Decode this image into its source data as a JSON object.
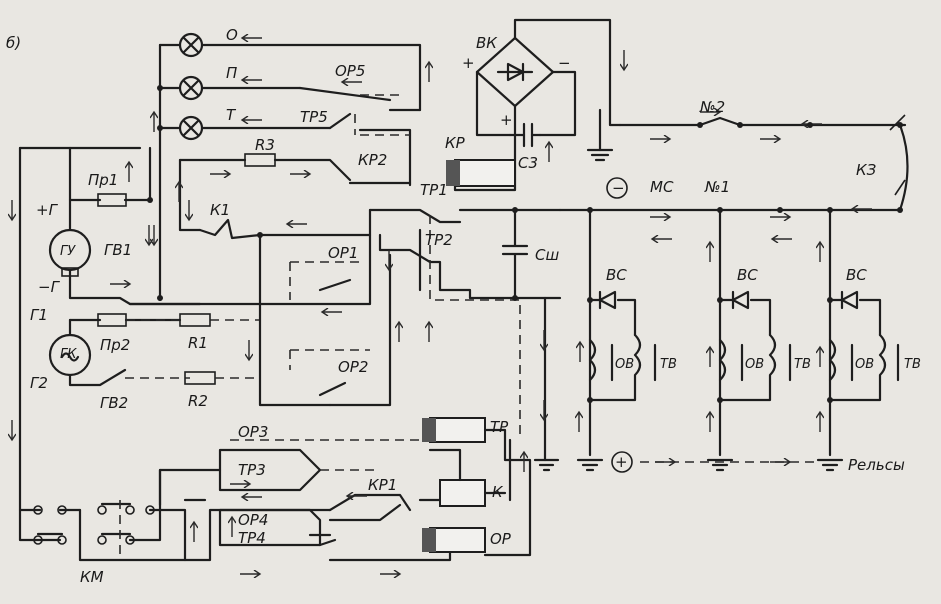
{
  "labels": {
    "fig": "б)",
    "lamp_o": "О",
    "lamp_p": "П",
    "lamp_t": "Т",
    "or5": "ОР5",
    "tr5": "ТР5",
    "r3": "R3",
    "kr2": "КР2",
    "vk": "ВК",
    "plus": "+",
    "minus_vk": "−",
    "kr": "КР",
    "c3": "С3",
    "pr1": "Пр1",
    "plus_g": "+Г",
    "gu": "ГУ",
    "gv1": "ГВ1",
    "minus_g": "−Г",
    "k1": "К1",
    "tr1": "ТР1",
    "tr2": "ТР2",
    "or1": "ОР1",
    "csh": "Сш",
    "g1": "Г1",
    "gk": "ГК",
    "pr2": "Пр2",
    "r1": "R1",
    "g2": "Г2",
    "gv2": "ГВ2",
    "r2": "R2",
    "or2": "ОР2",
    "or3": "ОР3",
    "tr3": "ТР3",
    "kr1": "КР1",
    "or4": "ОР4",
    "tr4": "ТР4",
    "tr_coil": "ТР",
    "k_coil": "К",
    "or_coil": "ОР",
    "km": "КМ",
    "minus_circle": "−",
    "plus_circle": "+",
    "mc": "МС",
    "no1": "№1",
    "no2": "№2",
    "kz": "КЗ",
    "vs": "ВС",
    "ov": "ОВ",
    "tv": "ТВ",
    "rails": "Рельсы"
  }
}
